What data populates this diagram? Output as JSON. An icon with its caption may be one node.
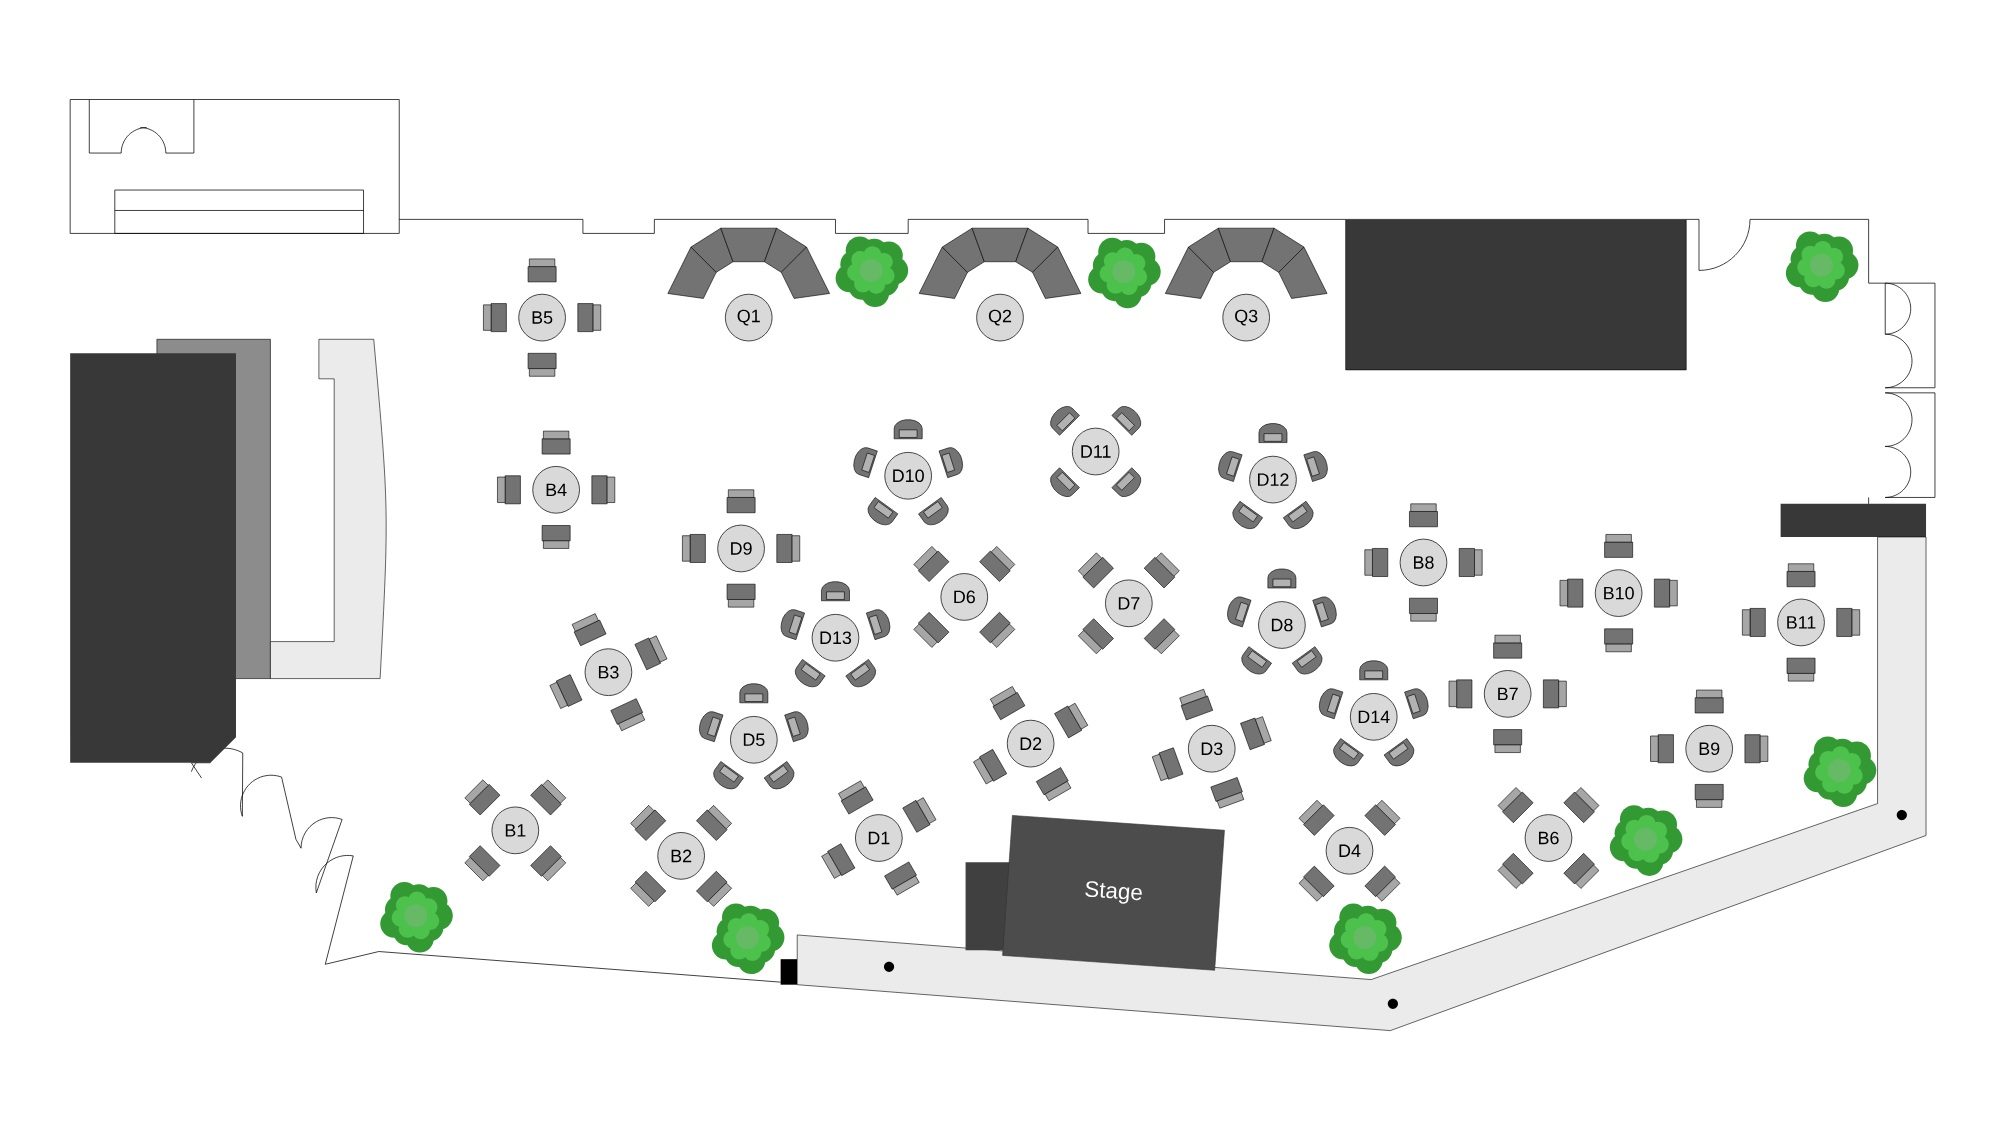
{
  "diagram": {
    "nodes": [
      {
        "text": [
          "B5"
        ]
      },
      {
        "text": [
          "Q1"
        ]
      },
      {
        "text": [
          "Q2"
        ]
      },
      {
        "text": [
          "Q3"
        ]
      },
      {
        "text": [
          "D11"
        ]
      },
      {
        "text": [
          "D10"
        ]
      },
      {
        "text": [
          "D12"
        ]
      },
      {
        "text": [
          "B4"
        ]
      },
      {
        "text": [
          "D9"
        ]
      },
      {
        "text": [
          "B8"
        ]
      },
      {
        "text": [
          "B10"
        ]
      },
      {
        "text": [
          "D6"
        ]
      },
      {
        "text": [
          "D7"
        ]
      },
      {
        "text": [
          "B11"
        ]
      },
      {
        "text": [
          "D8"
        ]
      },
      {
        "text": [
          "D13"
        ]
      },
      {
        "text": [
          "B3"
        ]
      },
      {
        "text": [
          "B7"
        ]
      },
      {
        "text": [
          "D14"
        ]
      },
      {
        "text": [
          "D5"
        ]
      },
      {
        "text": [
          "D2"
        ]
      },
      {
        "text": [
          "D3"
        ]
      },
      {
        "text": [
          "B9"
        ]
      },
      {
        "text": [
          "B1"
        ]
      },
      {
        "text": [
          "D1"
        ]
      },
      {
        "text": [
          "B6"
        ]
      },
      {
        "text": [
          "D4"
        ]
      },
      {
        "text": [
          "B2"
        ]
      },
      {
        "text": [
          "Stage"
        ]
      }
    ]
  }
}
